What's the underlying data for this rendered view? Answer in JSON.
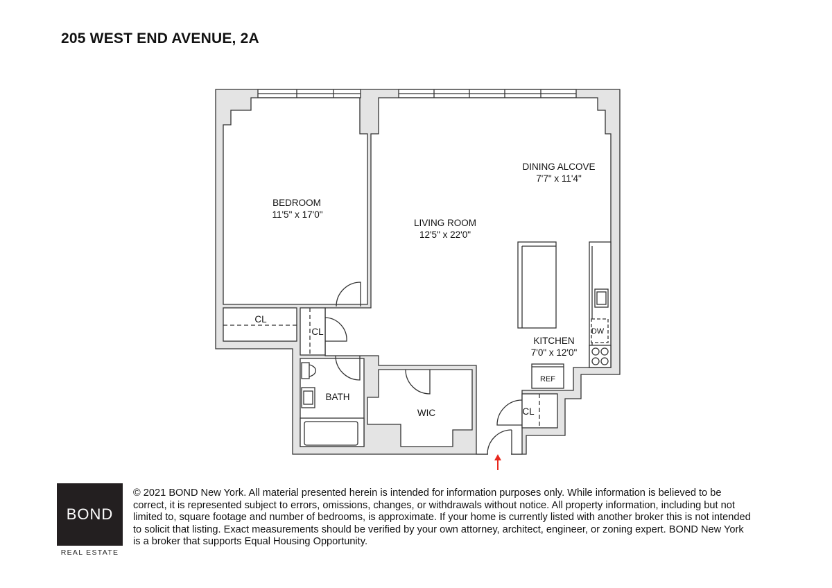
{
  "title": "205 WEST END AVENUE, 2A",
  "rooms": {
    "bedroom": {
      "name": "BEDROOM",
      "size": "11'5\" x 17'0\""
    },
    "living": {
      "name": "LIVING ROOM",
      "size": "12'5\" x 22'0\""
    },
    "dining": {
      "name": "DINING ALCOVE",
      "size": "7'7\" x 11'4\""
    },
    "kitchen": {
      "name": "KITCHEN",
      "size": "7'0\" x 12'0\""
    },
    "bedroom_closet": "CL",
    "hall_closet": "CL",
    "entry_closet": "CL",
    "bath": "BATH",
    "wic": "WIC",
    "ref": "REF",
    "dw": "DW"
  },
  "colors": {
    "wall": "#e4e4e4",
    "line": "#333333",
    "entry_arrow": "#e8281e",
    "logo_bg": "#231f20"
  },
  "logo": {
    "name": "BOND",
    "subtitle": "REAL ESTATE"
  },
  "disclaimer_lines": [
    "© 2021 BOND New York. All material presented herein is intended for information purposes only. While information is believed to be",
    "correct, it is represented subject to errors, omissions, changes, or withdrawals without notice. All property information, including but not",
    "limited to, square footage and number of bedrooms, is approximate. If your home is currently listed with another broker this is not intended",
    "to solicit that listing. Exact measurements should be verified by your own attorney, architect, engineer, or zoning expert. BOND New York",
    "is a broker that supports Equal Housing Opportunity."
  ]
}
